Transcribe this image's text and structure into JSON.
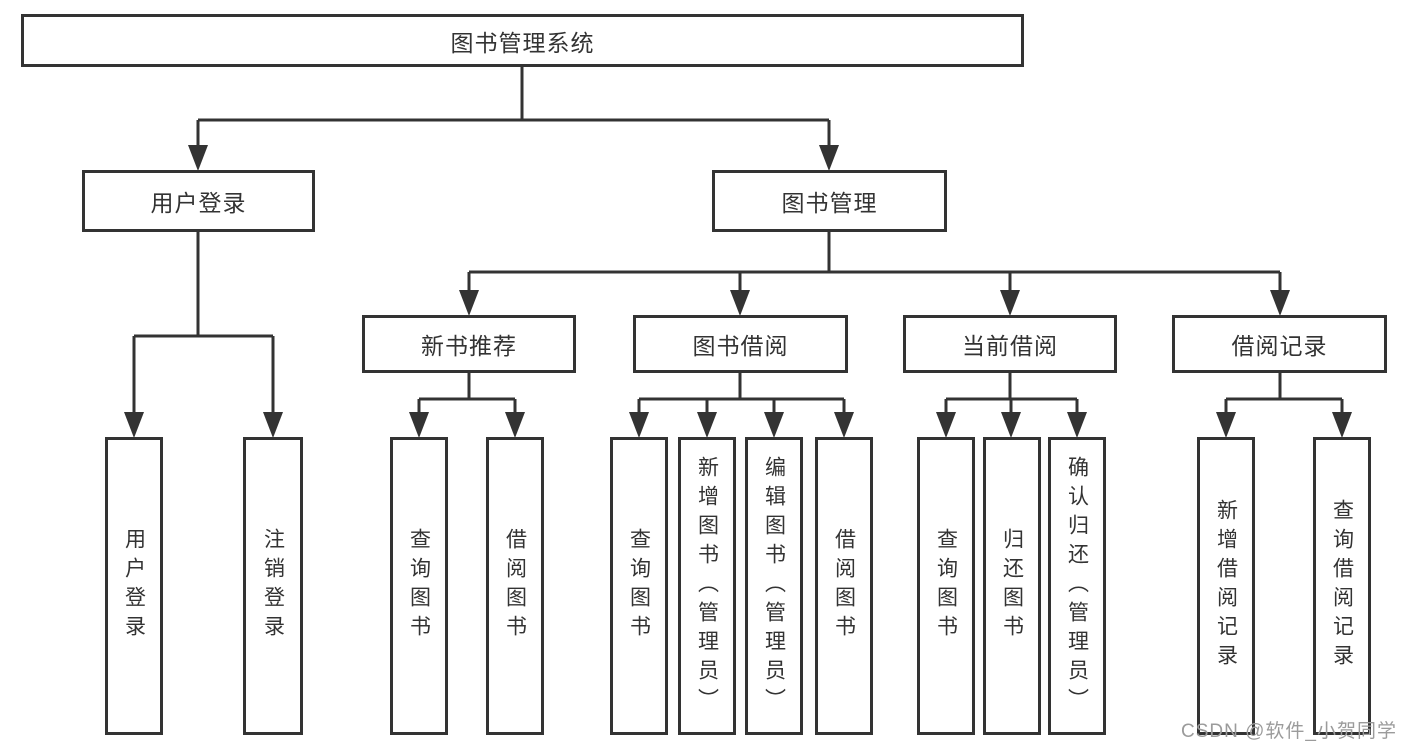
{
  "diagram_type": "tree",
  "tree": {
    "label": "图书管理系统",
    "children": [
      {
        "label": "用户登录",
        "children": [
          {
            "label": "用户登录"
          },
          {
            "label": "注销登录"
          }
        ]
      },
      {
        "label": "图书管理",
        "children": [
          {
            "label": "新书推荐",
            "children": [
              {
                "label": "查询图书"
              },
              {
                "label": "借阅图书"
              }
            ]
          },
          {
            "label": "图书借阅",
            "children": [
              {
                "label": "查询图书"
              },
              {
                "label": "新增图书（管理员）"
              },
              {
                "label": "编辑图书（管理员）"
              },
              {
                "label": "借阅图书"
              }
            ]
          },
          {
            "label": "当前借阅",
            "children": [
              {
                "label": "查询图书"
              },
              {
                "label": "归还图书"
              },
              {
                "label": "确认归还（管理员）"
              }
            ]
          },
          {
            "label": "借阅记录",
            "children": [
              {
                "label": "新增借阅记录"
              },
              {
                "label": "查询借阅记录"
              }
            ]
          }
        ]
      }
    ]
  },
  "watermark": "CSDN @软件_小贺同学",
  "colors": {
    "line": "#333333",
    "box_border": "#333333",
    "text": "#333333",
    "background": "#ffffff",
    "watermark_text": "#9b9b9b"
  }
}
